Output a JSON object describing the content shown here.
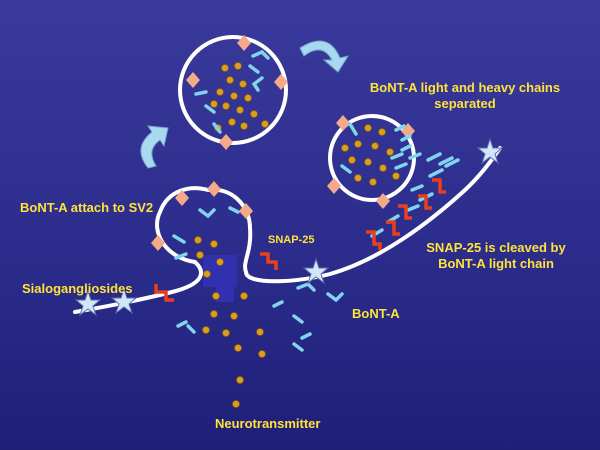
{
  "labels": {
    "light_heavy_line1": "BoNT-A light and heavy chains",
    "light_heavy_line2": "separated",
    "attach_sv2": "BoNT-A attach to SV2",
    "snap25": "SNAP-25",
    "cleaved_line1": "SNAP-25 is cleaved by",
    "cleaved_line2": "BoNT-A light chain",
    "sialogangliosides": "Sialogangliosides",
    "bont_a": "BoNT-A",
    "neurotransmitter": "Neurotransmitter"
  },
  "colors": {
    "background_top": "#3a3a9c",
    "background_bottom": "#1f1f78",
    "membrane": "#ffffff",
    "vesicle_dots": "#d9a020",
    "sv2_receptor": "#f4a98a",
    "toxin_chain": "#7fd4ee",
    "snap25": "#e8401c",
    "cycle_arrow": "#a9d8f0",
    "star": "#cfe7f7",
    "label_text": "#ffe33a"
  },
  "icons": [
    "cycle-arrow-icon",
    "star-icon",
    "diamond-receptor-icon",
    "zigzag-snap25-icon",
    "toxin-chevron-icon"
  ]
}
